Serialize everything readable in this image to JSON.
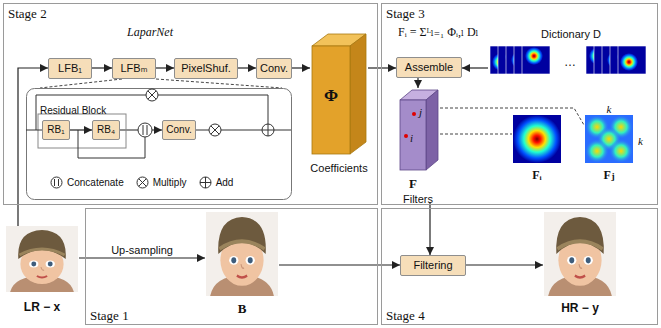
{
  "diagram": {
    "nodes": [
      {
        "text": [
          "Stage 2"
        ]
      },
      {
        "text": [
          "LFB₁"
        ],
        "in": 0
      },
      {
        "text": [
          "LFBₘ"
        ],
        "in": 0
      },
      {
        "text": [
          "PixelShuf."
        ],
        "in": 0
      },
      {
        "text": [
          "Conv."
        ],
        "in": 0
      },
      {
        "text": [
          "Φ",
          "Coefficients"
        ],
        "in": 0
      },
      {
        "text": [
          "Residual Block"
        ],
        "in": 0
      },
      {
        "text": [
          "RB₁"
        ],
        "in": 6
      },
      {
        "text": [
          "RB₄"
        ],
        "in": 6
      },
      {
        "text": [
          "Conv."
        ],
        "in": 6
      },
      {
        "text": [
          "Stage 3"
        ]
      },
      {
        "text": [
          "Assemble"
        ],
        "in": 10
      },
      {
        "text": [
          "Dictionary D"
        ],
        "in": 10
      },
      {
        "text": [
          "F",
          "Filters"
        ],
        "in": 10
      },
      {
        "text": [
          "Fᵢ"
        ],
        "in": 10
      },
      {
        "text": [
          "Fⱼ"
        ],
        "in": 10
      },
      {
        "text": [
          "LR − x"
        ]
      },
      {
        "text": [
          "Stage 1"
        ]
      },
      {
        "text": [
          "B"
        ],
        "in": 17
      },
      {
        "text": [
          "Stage 4"
        ]
      },
      {
        "text": [
          "Filtering"
        ],
        "in": 19
      },
      {
        "text": [
          "HR − y"
        ],
        "in": 19
      }
    ],
    "edges": [
      {
        "from": 16,
        "to": 1,
        "arrow": "to"
      },
      {
        "from": 1,
        "to": 2,
        "arrow": "to"
      },
      {
        "from": 2,
        "to": 3,
        "arrow": "to"
      },
      {
        "from": 3,
        "to": 4,
        "arrow": "to"
      },
      {
        "from": 4,
        "to": 5,
        "arrow": "to"
      },
      {
        "from": 5,
        "to": 11,
        "arrow": "to"
      },
      {
        "from": 12,
        "to": 11,
        "arrow": "to"
      },
      {
        "from": 11,
        "to": 13,
        "arrow": "to"
      },
      {
        "from": 13,
        "to": 20,
        "arrow": "to"
      },
      {
        "from": 16,
        "to": 18,
        "label": "Up-sampling",
        "arrow": "to"
      },
      {
        "from": 18,
        "to": 20,
        "arrow": "to"
      },
      {
        "from": 20,
        "to": 21,
        "arrow": "to"
      },
      {
        "from": 7,
        "to": 8,
        "arrow": "to"
      },
      {
        "from": 8,
        "to": 9,
        "arrow": "to"
      },
      {
        "from": 2,
        "to": 6,
        "arrow": "none"
      },
      {
        "from": 13,
        "to": 14,
        "arrow": "none"
      },
      {
        "from": 13,
        "to": 15,
        "arrow": "none"
      }
    ],
    "labels": [
      "LaparNet",
      "Fᵢ = Σᴸₗ₌₁ Φᵢ,ₗ Dₗ",
      "…",
      "i",
      "j",
      "k",
      "k"
    ],
    "legend": [
      {
        "text": "Concatenate"
      },
      {
        "text": "Multiply"
      },
      {
        "text": "Add"
      }
    ]
  }
}
